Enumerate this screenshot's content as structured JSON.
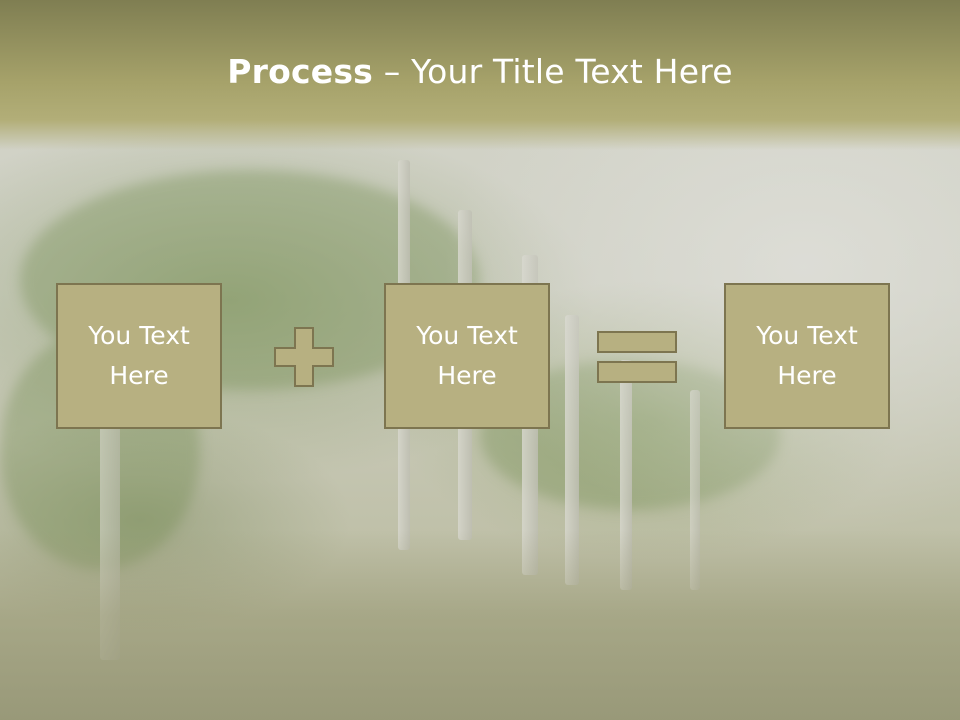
{
  "slide": {
    "title_bold": "Process",
    "title_rest": " – Your Title Text Here",
    "boxes": [
      {
        "text": "You Text\nHere"
      },
      {
        "text": "You Text\nHere"
      },
      {
        "text": "You Text\nHere"
      }
    ],
    "operators": [
      "plus-icon",
      "equals-icon"
    ]
  },
  "colors": {
    "header": "#a6a26a",
    "box_fill": "#b7b081",
    "box_border": "#7d7550",
    "text": "#ffffff"
  }
}
